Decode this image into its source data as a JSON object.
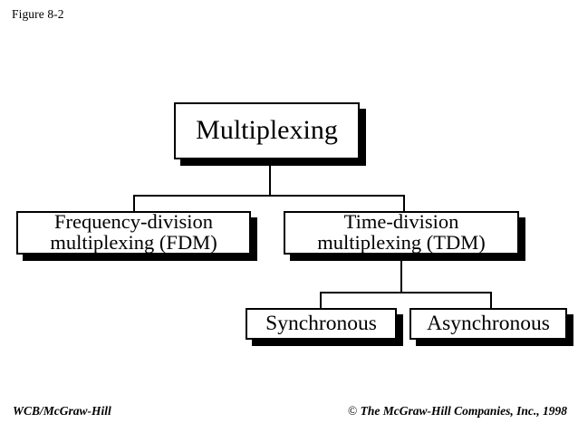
{
  "figure": {
    "label": "Figure 8-2"
  },
  "diagram": {
    "type": "hierarchy-tree",
    "nodes": {
      "root": {
        "label": "Multiplexing"
      },
      "fdm": {
        "label": "Frequency-division\nmultiplexing (FDM)"
      },
      "tdm": {
        "label": "Time-division\nmultiplexing (TDM)"
      },
      "synchronous": {
        "label": "Synchronous"
      },
      "asynchronous": {
        "label": "Asynchronous"
      }
    },
    "edges": [
      {
        "from": "root",
        "to": "fdm"
      },
      {
        "from": "root",
        "to": "tdm"
      },
      {
        "from": "tdm",
        "to": "synchronous"
      },
      {
        "from": "tdm",
        "to": "asynchronous"
      }
    ],
    "colors": {
      "background": "#ffffff",
      "border": "#000000",
      "shadow": "#000000",
      "text": "#000000"
    }
  },
  "footer": {
    "left": "WCB/McGraw-Hill",
    "copyright_symbol": "©",
    "right": "The McGraw-Hill Companies, Inc., 1998"
  }
}
